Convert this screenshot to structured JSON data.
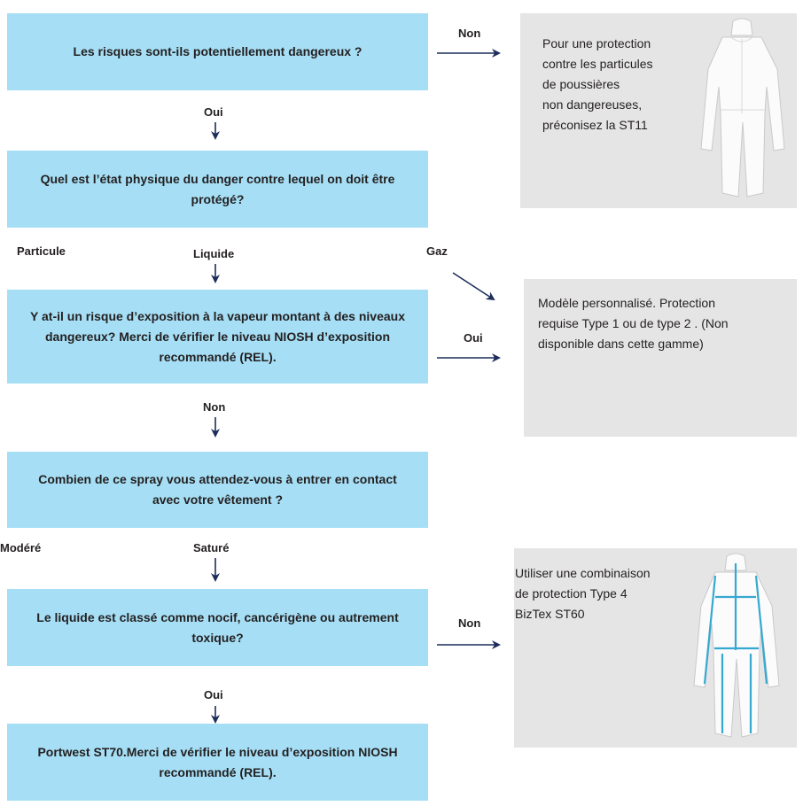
{
  "questions": {
    "q1": "Les risques sont-ils potentiellement dangereux ?",
    "q2": "Quel est l’état physique du danger contre lequel on doit être protégé?",
    "q3": "Y at-il un risque d’exposition à la vapeur montant à des niveaux dangereux? Merci de vérifier le niveau NIOSH d’exposition recommandé (REL).",
    "q4": "Combien de ce spray vous attendez-vous à entrer en contact avec votre vêtement ?",
    "q5": "Le liquide est classé comme nocif, cancérigène ou autrement toxique?",
    "q6": "Portwest ST70.Merci de vérifier  le niveau d’exposition NIOSH recommandé (REL)."
  },
  "labels": {
    "non1": "Non",
    "oui1": "Oui",
    "particule": "Particule",
    "liquide": "Liquide",
    "gaz": "Gaz",
    "oui2": "Oui",
    "non2": "Non",
    "modere": "Modéré",
    "sature": "Saturé",
    "non3": "Non",
    "oui3": "Oui"
  },
  "results": {
    "r1": "Pour une protection\ncontre les particules\nde poussières\nnon dangereuses,\npréconisez la ST11",
    "r2": "Modèle personnalisé. Protection\nrequise Type 1 ou de type 2 . (Non\ndisponible dans cette gamme)",
    "r3": "Utiliser une combinaison\nde protection Type 4\nBizTex ST60"
  },
  "colors": {
    "question_box": "#a6dff5",
    "result_box": "#e5e5e6",
    "arrow": "#1d2d5a",
    "suit_stripe": "#35a9d0"
  },
  "icons": [
    "white-coverall-icon",
    "white-coverall-blue-stripe-icon"
  ]
}
